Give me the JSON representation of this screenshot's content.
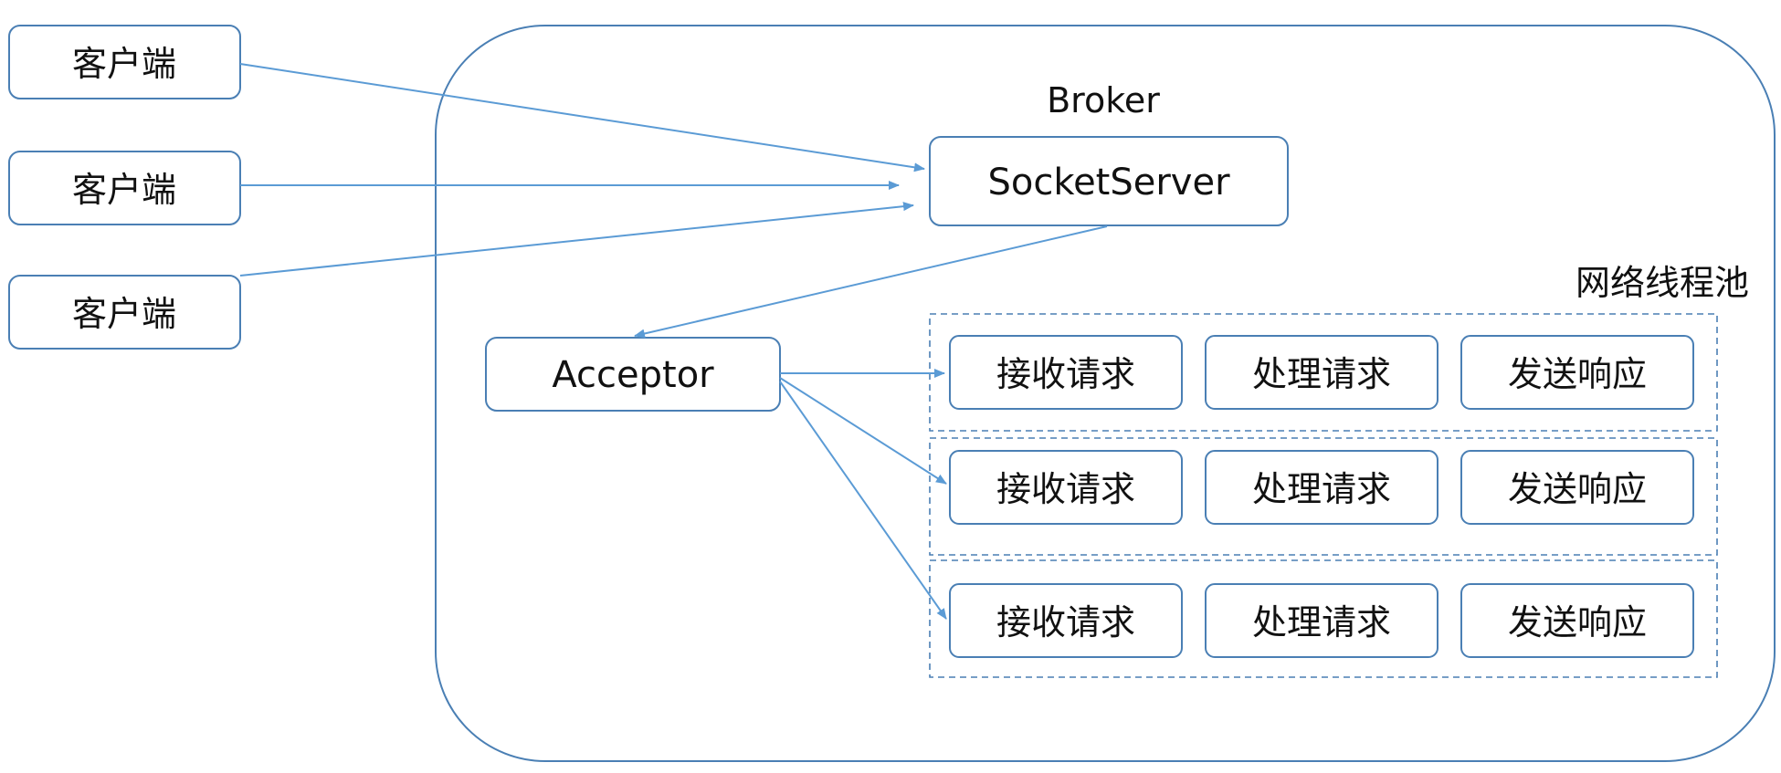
{
  "broker": {
    "title": "Broker"
  },
  "socket_server": {
    "label": "SocketServer"
  },
  "acceptor": {
    "label": "Acceptor"
  },
  "clients": [
    {
      "label": "客户端"
    },
    {
      "label": "客户端"
    },
    {
      "label": "客户端"
    }
  ],
  "thread_pool": {
    "title": "网络线程池",
    "threads": [
      {
        "steps": [
          "接收请求",
          "处理请求",
          "发送响应"
        ]
      },
      {
        "steps": [
          "接收请求",
          "处理请求",
          "发送响应"
        ]
      },
      {
        "steps": [
          "接收请求",
          "处理请求",
          "发送响应"
        ]
      }
    ]
  },
  "colors": {
    "border": "#4a7fb4",
    "arrow": "#5b9bd5",
    "text": "#111111"
  }
}
